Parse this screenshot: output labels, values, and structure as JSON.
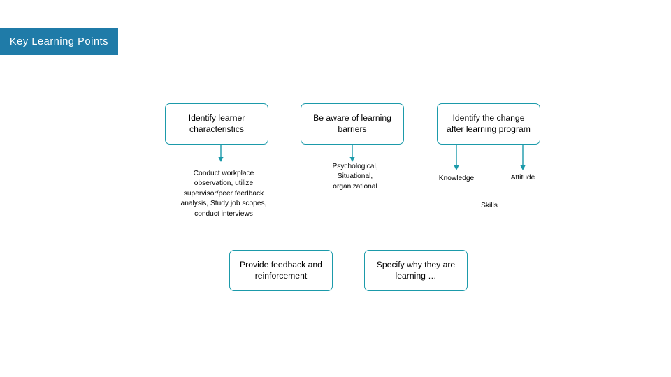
{
  "slide": {
    "title": "Key Learning Points",
    "accent_banner_color": "#1F7BA8",
    "box_border_color": "#1B9AAA",
    "arrow_color": "#1B9AAA",
    "background_color": "#FFFFFF"
  },
  "nodes": [
    {
      "id": "identify-learner-characteristics",
      "label": "Identify learner\ncharacteristics"
    },
    {
      "id": "be-aware-of-learning-barriers",
      "label": "Be aware of learning\nbarriers"
    },
    {
      "id": "identify-the-change",
      "label": "Identify the change\nafter learning program"
    },
    {
      "id": "provide-feedback-and-reinforcement",
      "label": "Provide feedback and\nreinforcement"
    },
    {
      "id": "specify-why-they-are-learning",
      "label": "Specify why they are\nlearning …"
    }
  ],
  "details": [
    {
      "id": "conduct-workplace-observation",
      "label": "Conduct workplace\nobservation, utilize\nsupervisor/peer feedback\nanalysis, Study job scopes,\nconduct interviews"
    },
    {
      "id": "psychological-situational-organizational",
      "label": "Psychological,\nSituational,\norganizational"
    },
    {
      "id": "knowledge",
      "label": "Knowledge"
    },
    {
      "id": "attitude",
      "label": "Attitude"
    },
    {
      "id": "skills",
      "label": "Skills"
    }
  ]
}
